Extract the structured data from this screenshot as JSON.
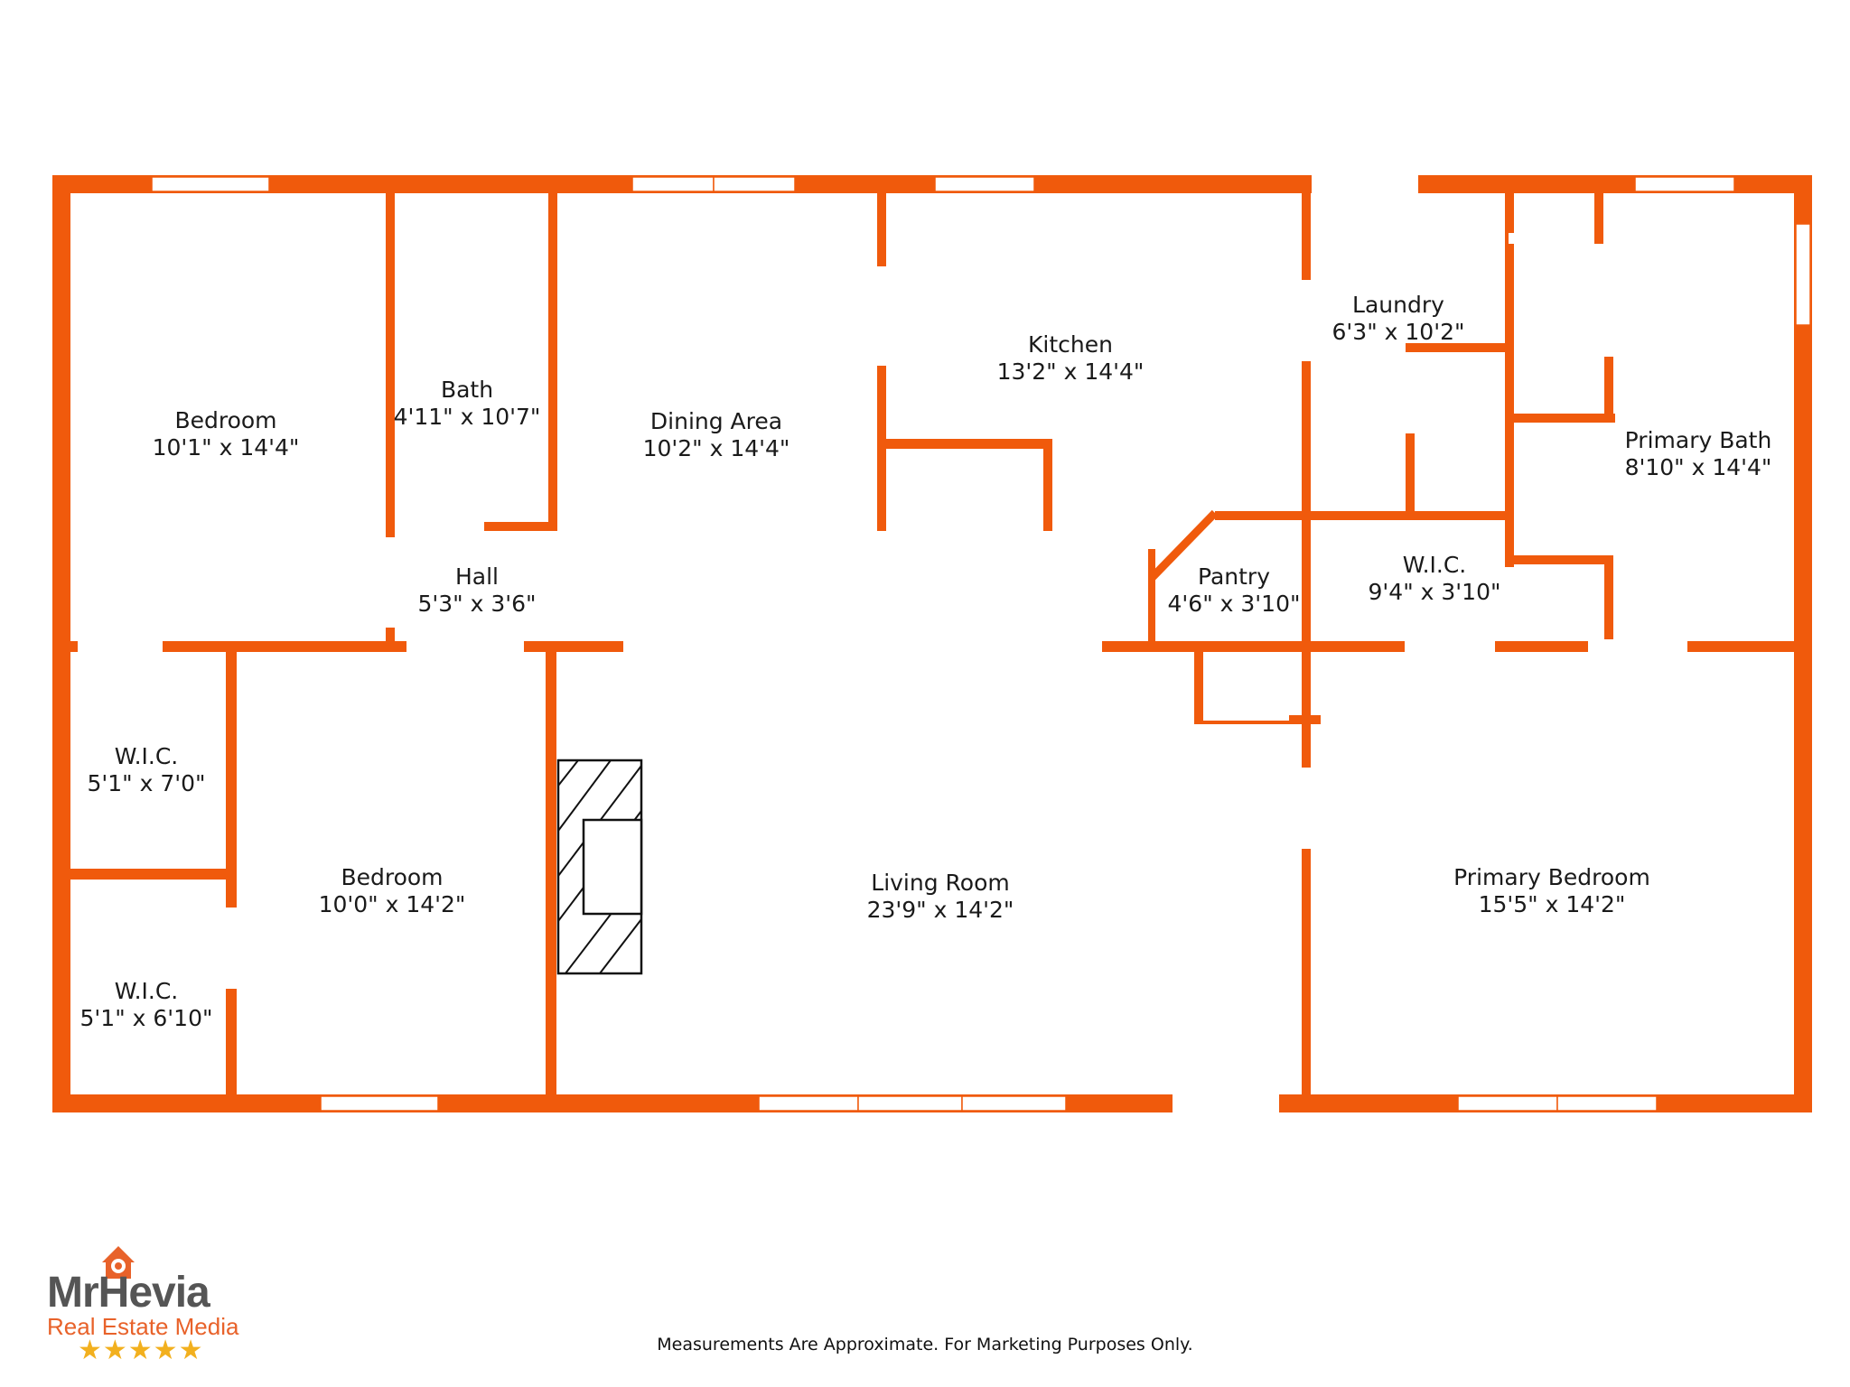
{
  "colors": {
    "wall": "#f05a0c",
    "window": "#ffffff",
    "logo_orange": "#e8622a",
    "logo_gray": "#555555",
    "star": "#f2b01e"
  },
  "rooms": [
    {
      "id": "bedroom-1",
      "name": "Bedroom",
      "dims": "10'1\" x 14'4\""
    },
    {
      "id": "bath",
      "name": "Bath",
      "dims": "4'11\" x 10'7\""
    },
    {
      "id": "dining",
      "name": "Dining Area",
      "dims": "10'2\" x 14'4\""
    },
    {
      "id": "kitchen",
      "name": "Kitchen",
      "dims": "13'2\" x 14'4\""
    },
    {
      "id": "laundry",
      "name": "Laundry",
      "dims": "6'3\" x 10'2\""
    },
    {
      "id": "primary-bath",
      "name": "Primary Bath",
      "dims": "8'10\" x 14'4\""
    },
    {
      "id": "hall",
      "name": "Hall",
      "dims": "5'3\" x 3'6\""
    },
    {
      "id": "pantry",
      "name": "Pantry",
      "dims": "4'6\" x 3'10\""
    },
    {
      "id": "wic-primary",
      "name": "W.I.C.",
      "dims": "9'4\" x 3'10\""
    },
    {
      "id": "wic-1",
      "name": "W.I.C.",
      "dims": "5'1\" x 7'0\""
    },
    {
      "id": "wic-2",
      "name": "W.I.C.",
      "dims": "5'1\" x 6'10\""
    },
    {
      "id": "bedroom-2",
      "name": "Bedroom",
      "dims": "10'0\" x 14'2\""
    },
    {
      "id": "living",
      "name": "Living Room",
      "dims": "23'9\" x 14'2\""
    },
    {
      "id": "primary-bedroom",
      "name": "Primary Bedroom",
      "dims": "15'5\" x 14'2\""
    }
  ],
  "logo": {
    "name": "MrHevia",
    "tagline": "Real Estate Media",
    "stars": "★★★★★"
  },
  "footer_note": "Measurements Are Approximate. For Marketing Purposes Only."
}
